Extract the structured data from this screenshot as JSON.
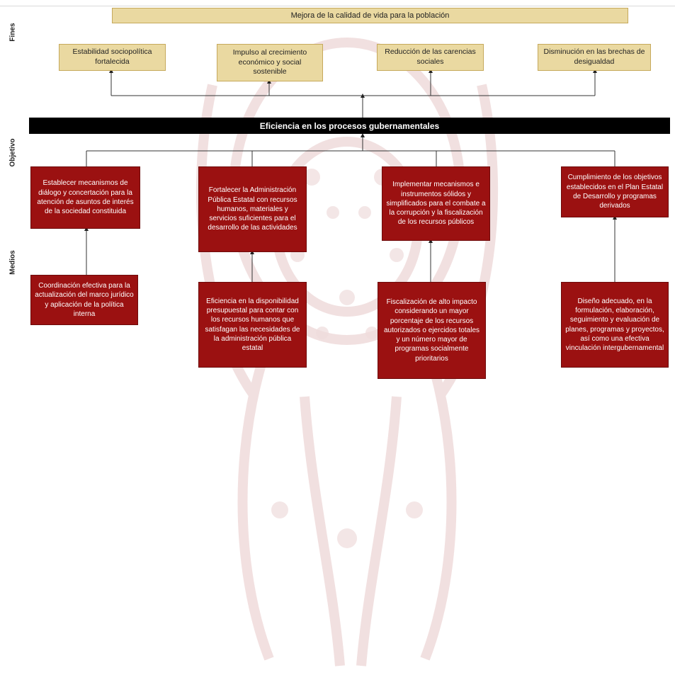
{
  "side_labels": {
    "fines": "Fines",
    "objetivo": "Objetivo",
    "medios": "Medios"
  },
  "fin_principal": "Mejora de la calidad de vida para la población",
  "fines": [
    "Estabilidad sociopolítica fortalecida",
    "Impulso al crecimiento económico y social sostenible",
    "Reducción de las carencias sociales",
    "Disminución en las brechas de desigualdad"
  ],
  "objetivo": "Eficiencia en los procesos gubernamentales",
  "medios_nivel1": [
    "Establecer mecanismos de diálogo y concertación para la atención de asuntos de interés de la sociedad constituida",
    "Fortalecer la Administración Pública Estatal con recursos humanos, materiales y servicios suficientes para el desarrollo de las actividades",
    "Implementar mecanismos e instrumentos sólidos y simplificados para el combate a la corrupción y la fiscalización de los recursos públicos",
    "Cumplimiento de los objetivos establecidos en el Plan Estatal de Desarrollo y programas derivados"
  ],
  "medios_nivel2": [
    "Coordinación efectiva para la actualización del marco jurídico y aplicación de la política interna",
    "Eficiencia en la disponibilidad presupuestal para contar con los recursos humanos que satisfagan las necesidades de la administración pública estatal",
    "Fiscalización de alto impacto considerando un mayor porcentaje de los recursos autorizados o ejercidos totales y un número mayor de programas socialmente prioritarios",
    "Diseño adecuado, en la formulación, elaboración, seguimiento y evaluación de planes, programas y proyectos, así como una efectiva vinculación intergubernamental"
  ],
  "colors": {
    "gold": "#ead9a1",
    "red": "#9b1111",
    "black": "#000000",
    "watermark": "#e9c9c9"
  }
}
